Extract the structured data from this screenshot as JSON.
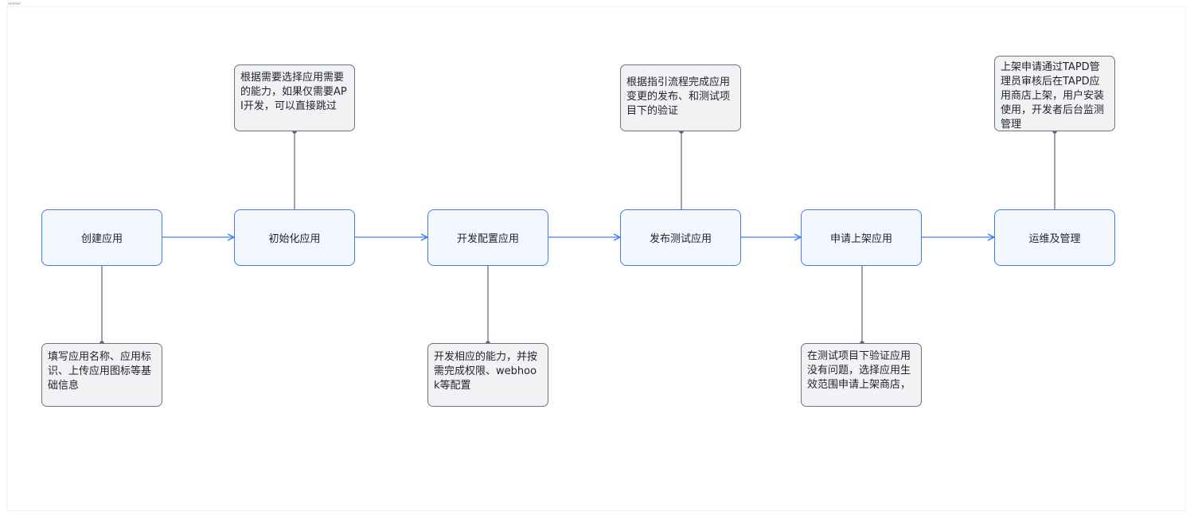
{
  "frame_tag": "Untitled",
  "steps": [
    {
      "label": "创建应用"
    },
    {
      "label": "初始化应用"
    },
    {
      "label": "开发配置应用"
    },
    {
      "label": "发布测试应用"
    },
    {
      "label": "申请上架应用"
    },
    {
      "label": "运维及管理"
    }
  ],
  "notes": [
    {
      "text": "填写应用名称、应用标识、上传应用图标等基础信息"
    },
    {
      "text": "根据需要选择应用需要的能力，如果仅需要API开发，可以直接跳过"
    },
    {
      "text": "开发相应的能力，并按需完成权限、webhook等配置"
    },
    {
      "text": "根据指引流程完成应用变更的发布、和测试项目下的验证"
    },
    {
      "text": "在测试项目下验证应用没有问题，选择应用生效范围申请上架商店，"
    },
    {
      "text": "上架申请通过TAPD管理员审核后在TAPD应用商店上架，用户安装使用，开发者后台监测管理"
    }
  ],
  "colors": {
    "step_border": "#3d7df2",
    "step_fill": "#f4f7fe",
    "note_border": "#6b7280",
    "note_fill": "#f1f2f4",
    "arrow": "#3d7df2",
    "connector": "#5b6478"
  }
}
